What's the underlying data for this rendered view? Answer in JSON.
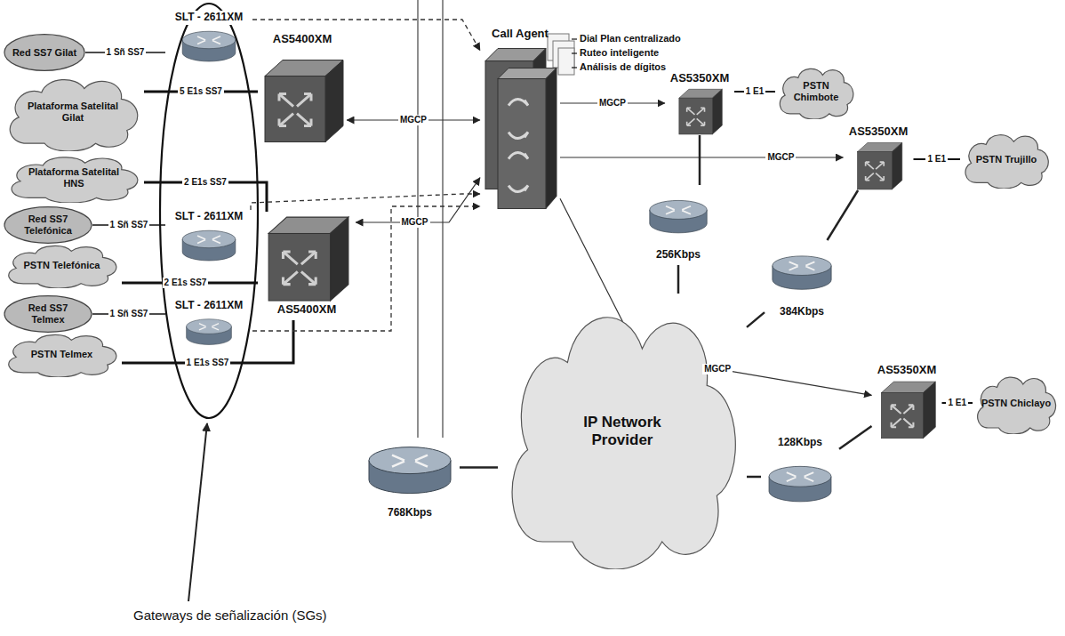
{
  "diagram": {
    "nodes": [
      {
        "text": [
          "Red SS7 Gilat"
        ]
      },
      {
        "text": [
          "SLT - 2611XM"
        ]
      },
      {
        "text": [
          "Plataforma Satelital Gilat"
        ]
      },
      {
        "text": [
          "AS5400XM"
        ]
      },
      {
        "text": [
          "Plataforma Satelital HNS"
        ]
      },
      {
        "text": [
          "Call Agent"
        ]
      },
      {
        "text": [
          "Red SS7 Telefónica"
        ]
      },
      {
        "text": [
          "SLT - 2611XM"
        ]
      },
      {
        "text": [
          "PSTN Telefónica"
        ]
      },
      {
        "text": [
          "AS5400XM"
        ]
      },
      {
        "text": [
          "Red SS7 Telmex"
        ]
      },
      {
        "text": [
          "SLT - 2611XM"
        ]
      },
      {
        "text": [
          "PSTN Telmex"
        ]
      },
      {
        "text": [
          "AS5350XM"
        ]
      },
      {
        "text": [
          "PSTN Chimbote"
        ]
      },
      {
        "text": [
          "256Kbps"
        ]
      },
      {
        "text": [
          "AS5350XM"
        ]
      },
      {
        "text": [
          "PSTN Trujillo"
        ]
      },
      {
        "text": [
          "384Kbps"
        ]
      },
      {
        "text": [
          "768Kbps"
        ]
      },
      {
        "text": [
          "IP Network Provider"
        ]
      },
      {
        "text": [
          "128Kbps"
        ]
      },
      {
        "text": [
          "AS5350XM"
        ]
      },
      {
        "text": [
          "PSTN Chiclayo"
        ]
      }
    ],
    "edges": [
      {
        "from": 1,
        "to": 0,
        "arrow": "none",
        "label": "1 Sñ SS7"
      },
      {
        "from": 2,
        "to": 3,
        "arrow": "none",
        "label": "5 E1s SS7"
      },
      {
        "from": 4,
        "to": 9,
        "arrow": "none",
        "label": "2 E1s SS7"
      },
      {
        "from": 7,
        "to": 6,
        "arrow": "none",
        "label": "1 Sñ SS7"
      },
      {
        "from": 8,
        "to": 9,
        "arrow": "none",
        "label": "2 E1s SS7"
      },
      {
        "from": 11,
        "to": 10,
        "arrow": "none",
        "label": "1 Sñ SS7"
      },
      {
        "from": 12,
        "to": 9,
        "arrow": "none",
        "label": "1 E1s SS7"
      },
      {
        "from": 3,
        "to": 5,
        "arrow": "both",
        "label": "MGCP"
      },
      {
        "from": 9,
        "to": 5,
        "arrow": "both",
        "label": "MGCP"
      },
      {
        "from": 1,
        "to": 5,
        "arrow": "to"
      },
      {
        "from": 7,
        "to": 5,
        "arrow": "to"
      },
      {
        "from": 11,
        "to": 5,
        "arrow": "to"
      },
      {
        "from": 5,
        "to": 13,
        "arrow": "to",
        "label": "MGCP"
      },
      {
        "from": 5,
        "to": 16,
        "arrow": "to",
        "label": "MGCP"
      },
      {
        "from": 5,
        "to": 22,
        "arrow": "to",
        "label": "MGCP"
      },
      {
        "from": 13,
        "to": 14,
        "arrow": "none",
        "label": "1 E1"
      },
      {
        "from": 16,
        "to": 17,
        "arrow": "none",
        "label": "1 E1"
      },
      {
        "from": 22,
        "to": 23,
        "arrow": "none",
        "label": "1 E1"
      },
      {
        "from": 15,
        "to": 13,
        "arrow": "none"
      },
      {
        "from": 18,
        "to": 16,
        "arrow": "none"
      },
      {
        "from": 21,
        "to": 22,
        "arrow": "none"
      },
      {
        "from": 19,
        "to": 20,
        "arrow": "none"
      },
      {
        "from": 20,
        "to": 15,
        "arrow": "none"
      },
      {
        "from": 20,
        "to": 18,
        "arrow": "none"
      },
      {
        "from": 20,
        "to": 21,
        "arrow": "none"
      }
    ],
    "labels": [
      "Dial Plan centralizado",
      "Ruteo inteligente",
      "Análisis de dígitos",
      "Gateways de señalización (SGs)"
    ]
  }
}
